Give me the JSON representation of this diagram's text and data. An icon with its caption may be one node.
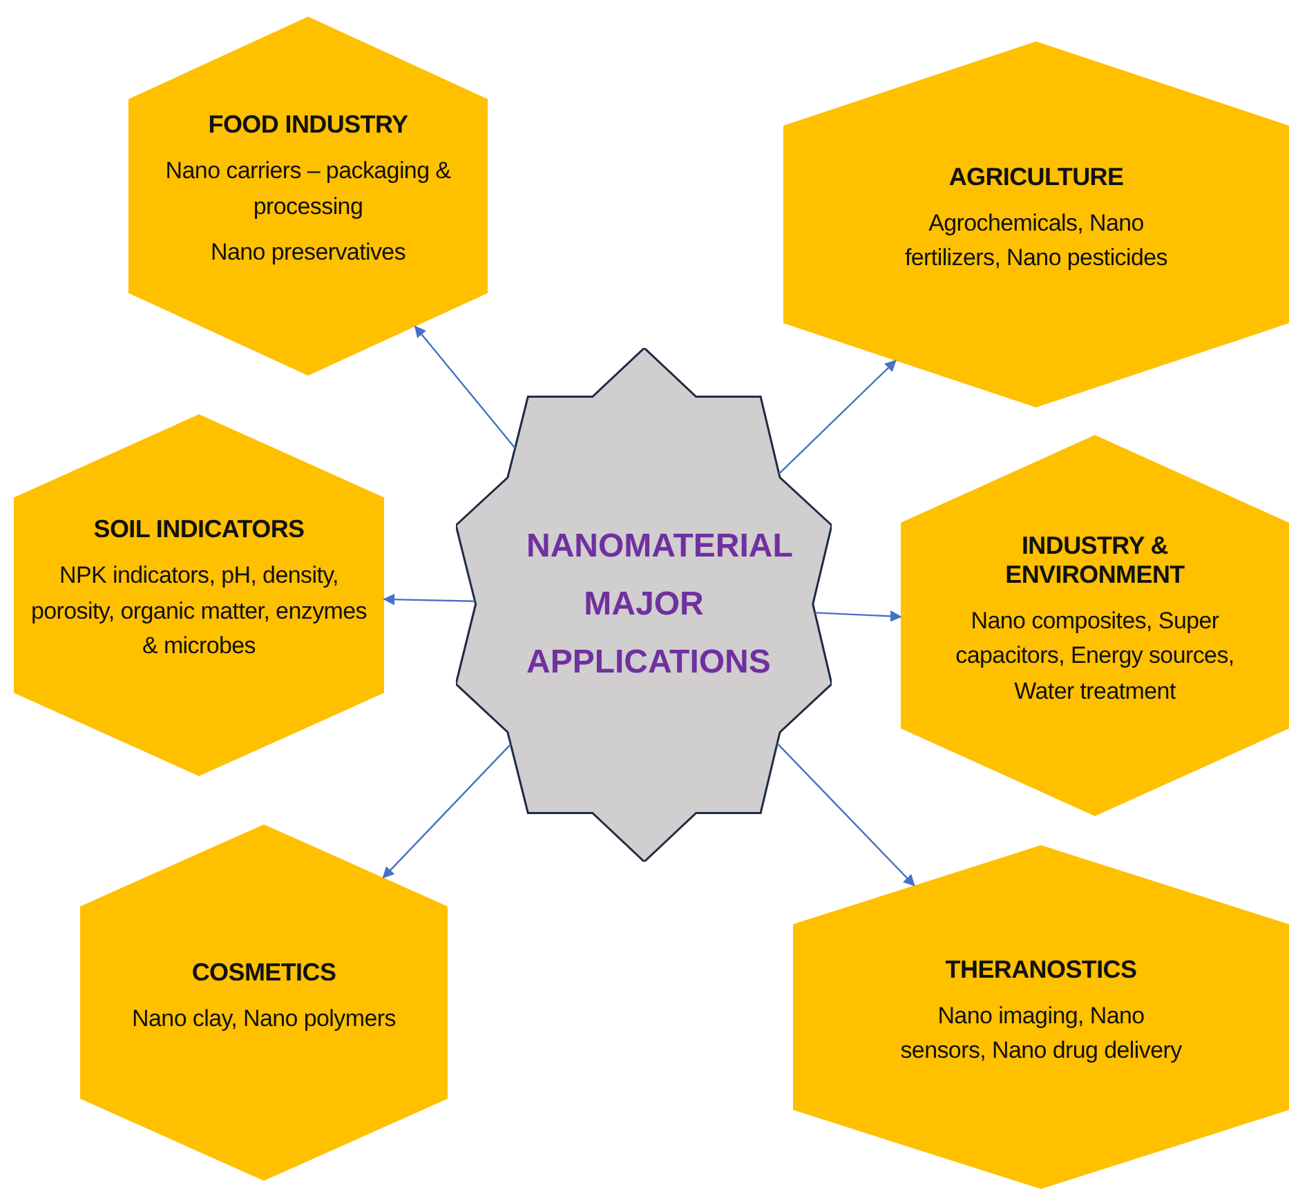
{
  "diagram": {
    "nodes": [
      {
        "text": [
          "NANOMATERIAL MAJOR APPLICATIONS"
        ]
      },
      {
        "text": [
          "FOOD INDUSTRY",
          "Nano carriers – packaging & processing",
          "Nano preservatives"
        ]
      },
      {
        "text": [
          "AGRICULTURE",
          "Agrochemicals, Nano fertilizers, Nano pesticides"
        ]
      },
      {
        "text": [
          "SOIL INDICATORS",
          "NPK indicators, pH, density, porosity, organic matter, enzymes & microbes"
        ]
      },
      {
        "text": [
          "INDUSTRY & ENVIRONMENT",
          "Nano composites, Super capacitors, Energy sources, Water treatment"
        ]
      },
      {
        "text": [
          "COSMETICS",
          "Nano clay, Nano polymers"
        ]
      },
      {
        "text": [
          "THERANOSTICS",
          "Nano imaging, Nano sensors, Nano drug delivery"
        ]
      }
    ],
    "edges": [
      {
        "from": 0,
        "to": 1,
        "arrow": "to"
      },
      {
        "from": 0,
        "to": 2,
        "arrow": "to"
      },
      {
        "from": 0,
        "to": 3,
        "arrow": "to"
      },
      {
        "from": 0,
        "to": 4,
        "arrow": "to"
      },
      {
        "from": 0,
        "to": 5,
        "arrow": "to"
      },
      {
        "from": 0,
        "to": 6,
        "arrow": "to"
      }
    ]
  }
}
